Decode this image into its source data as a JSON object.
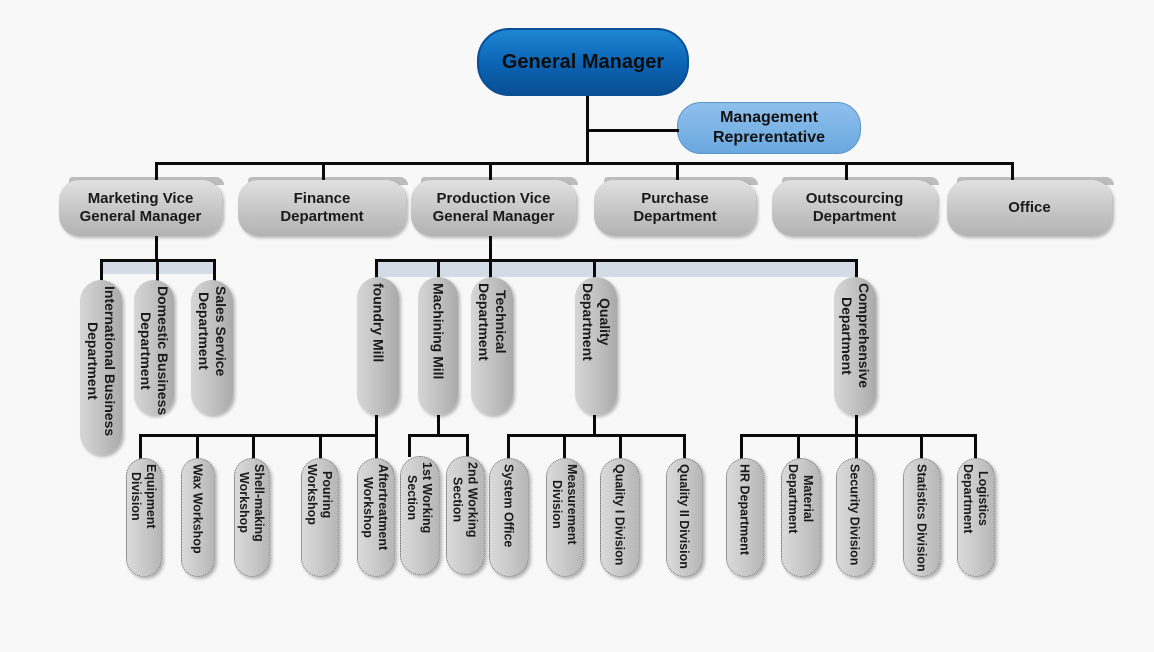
{
  "chart": {
    "general_manager": "General Manager",
    "management_representative": "Management\nReprerentative",
    "departments": [
      {
        "id": "marketing",
        "label": "Marketing Vice\nGeneral Manager"
      },
      {
        "id": "finance",
        "label": "Finance\nDepartment"
      },
      {
        "id": "production",
        "label": "Production Vice\nGeneral Manager"
      },
      {
        "id": "purchase",
        "label": "Purchase\nDepartment"
      },
      {
        "id": "outsourcing",
        "label": "Outscourcing\nDepartment"
      },
      {
        "id": "office",
        "label": "Office"
      }
    ],
    "marketing_units": [
      {
        "id": "international",
        "label": "International Business\nDepartment"
      },
      {
        "id": "domestic",
        "label": "Domestic Business\nDepartment"
      },
      {
        "id": "sales",
        "label": "Sales Service\nDepartment"
      }
    ],
    "production_units": [
      {
        "id": "foundry",
        "label": "foundry Mill"
      },
      {
        "id": "machining",
        "label": "Machining Mill"
      },
      {
        "id": "technical",
        "label": "Technical\nDepartment"
      },
      {
        "id": "quality",
        "label": "Quality\nDepartment"
      },
      {
        "id": "comprehensive",
        "label": "Comprehensive\nDepartment"
      }
    ],
    "foundry_units": [
      {
        "id": "equipment",
        "label": "Equipment\nDivision"
      },
      {
        "id": "wax",
        "label": "Wax Workshop"
      },
      {
        "id": "shell",
        "label": "Shell-making\nWorkshop"
      },
      {
        "id": "pouring",
        "label": "Pouring\nWorkshop"
      },
      {
        "id": "aftertreatment",
        "label": "Aftertreatment\nWorkshop"
      }
    ],
    "machining_units": [
      {
        "id": "ws1",
        "label": "1st Working\nSection"
      },
      {
        "id": "ws2",
        "label": "2nd Working\nSection"
      }
    ],
    "quality_units": [
      {
        "id": "system",
        "label": "System Office"
      },
      {
        "id": "measurement",
        "label": "Measurement\nDivision"
      },
      {
        "id": "q1",
        "label": "Quality I Division"
      },
      {
        "id": "q2",
        "label": "Quality II Division"
      }
    ],
    "comprehensive_units": [
      {
        "id": "hr",
        "label": "HR Department"
      },
      {
        "id": "material",
        "label": "Material\nDepartment"
      },
      {
        "id": "security",
        "label": "Security Division"
      },
      {
        "id": "statistics",
        "label": "Statistics Division"
      },
      {
        "id": "logistics",
        "label": "Logistics\nDepartment"
      }
    ]
  }
}
